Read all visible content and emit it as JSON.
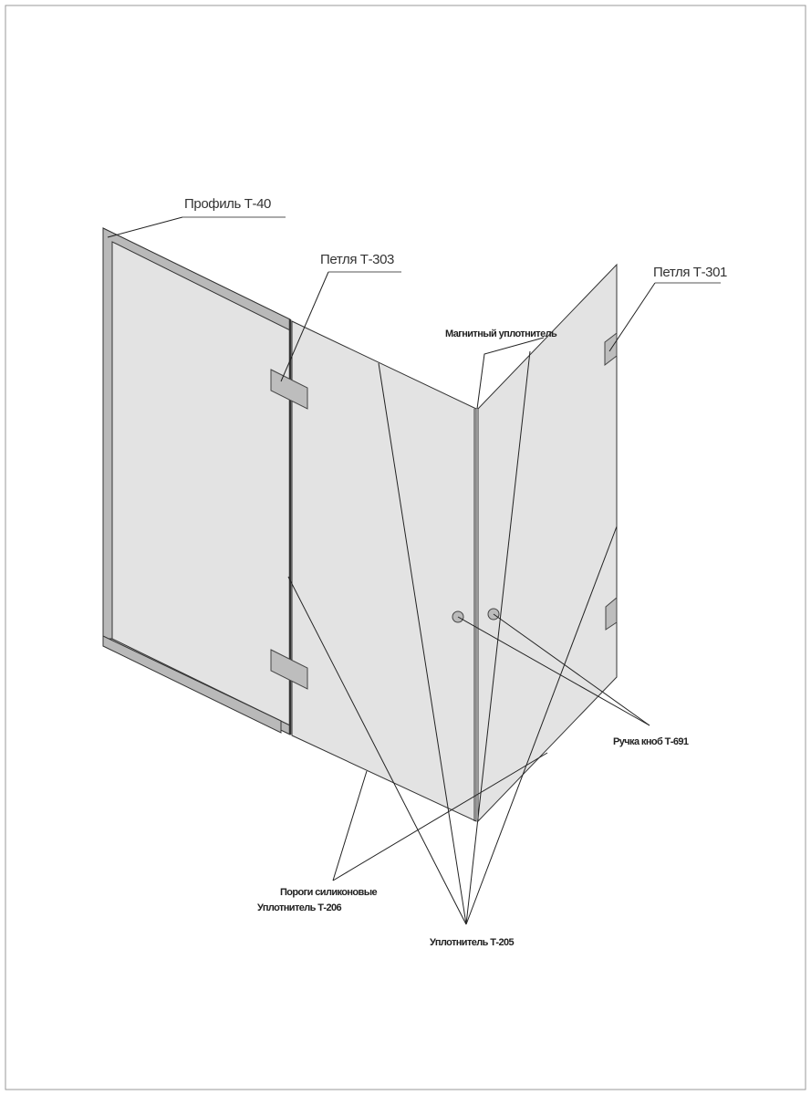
{
  "diagram": {
    "labels": {
      "profile": "Профиль Т-40",
      "hinge_303": "Петля Т-303",
      "magnetic_seal": "Магнитный уплотнитель",
      "hinge_301": "Петля Т-301",
      "knob": "Ручка кноб Т-691",
      "thresholds": "Пороги силиконовые",
      "seal_206": "Уплотнитель Т-206",
      "seal_205": "Уплотнитель Т-205"
    },
    "colors": {
      "panel": "#e3e3e3",
      "profile": "#b9b9b9",
      "line": "#333333"
    }
  }
}
